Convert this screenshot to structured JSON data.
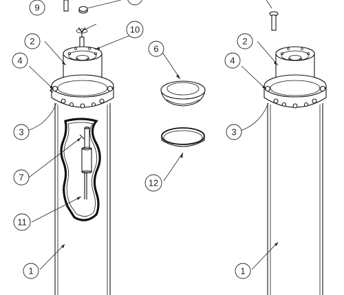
{
  "callouts": [
    {
      "id": "c9",
      "label": "9"
    },
    {
      "id": "c2l",
      "label": "2"
    },
    {
      "id": "c10",
      "label": "10"
    },
    {
      "id": "c4l",
      "label": "4"
    },
    {
      "id": "c3l",
      "label": "3"
    },
    {
      "id": "c7",
      "label": "7"
    },
    {
      "id": "c11",
      "label": "11"
    },
    {
      "id": "c1l",
      "label": "1"
    },
    {
      "id": "c6",
      "label": "6"
    },
    {
      "id": "c12",
      "label": "12"
    },
    {
      "id": "c2r",
      "label": "2"
    },
    {
      "id": "c4r",
      "label": "4"
    },
    {
      "id": "c3r",
      "label": "3"
    },
    {
      "id": "c1r",
      "label": "1"
    }
  ]
}
